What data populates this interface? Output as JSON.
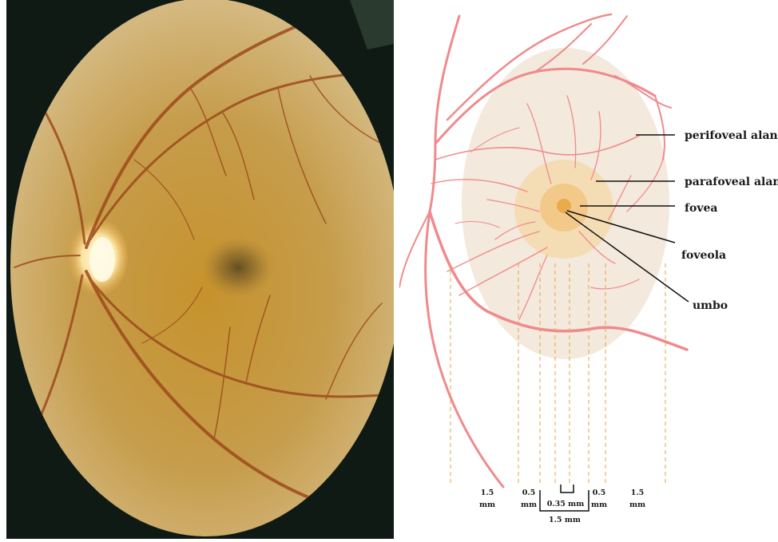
{
  "labels": {
    "perifoveal": "perifoveal alan",
    "parafoveal": "parafoveal alan",
    "fovea": "fovea",
    "foveola": "foveola",
    "umbo": "umbo"
  },
  "scale": {
    "left_outer_value": "1.5",
    "left_outer_unit": "mm",
    "left_inner_value": "0.5",
    "left_inner_unit": "mm",
    "center": "0.35 mm",
    "right_inner_value": "0.5",
    "right_inner_unit": "mm",
    "right_outer_value": "1.5",
    "right_outer_unit": "mm",
    "bottom": "1.5 mm"
  },
  "colors": {
    "background": "#ffffff",
    "fundus_border": "#0f1a14",
    "vessel": "#f08a8c",
    "perifoveal_zone": "#f3e9dc",
    "parafoveal_zone": "#f4dcb4",
    "fovea_zone": "#f3c98a",
    "foveola_center": "#e8a640",
    "dashed_line": "#e9a24a"
  }
}
